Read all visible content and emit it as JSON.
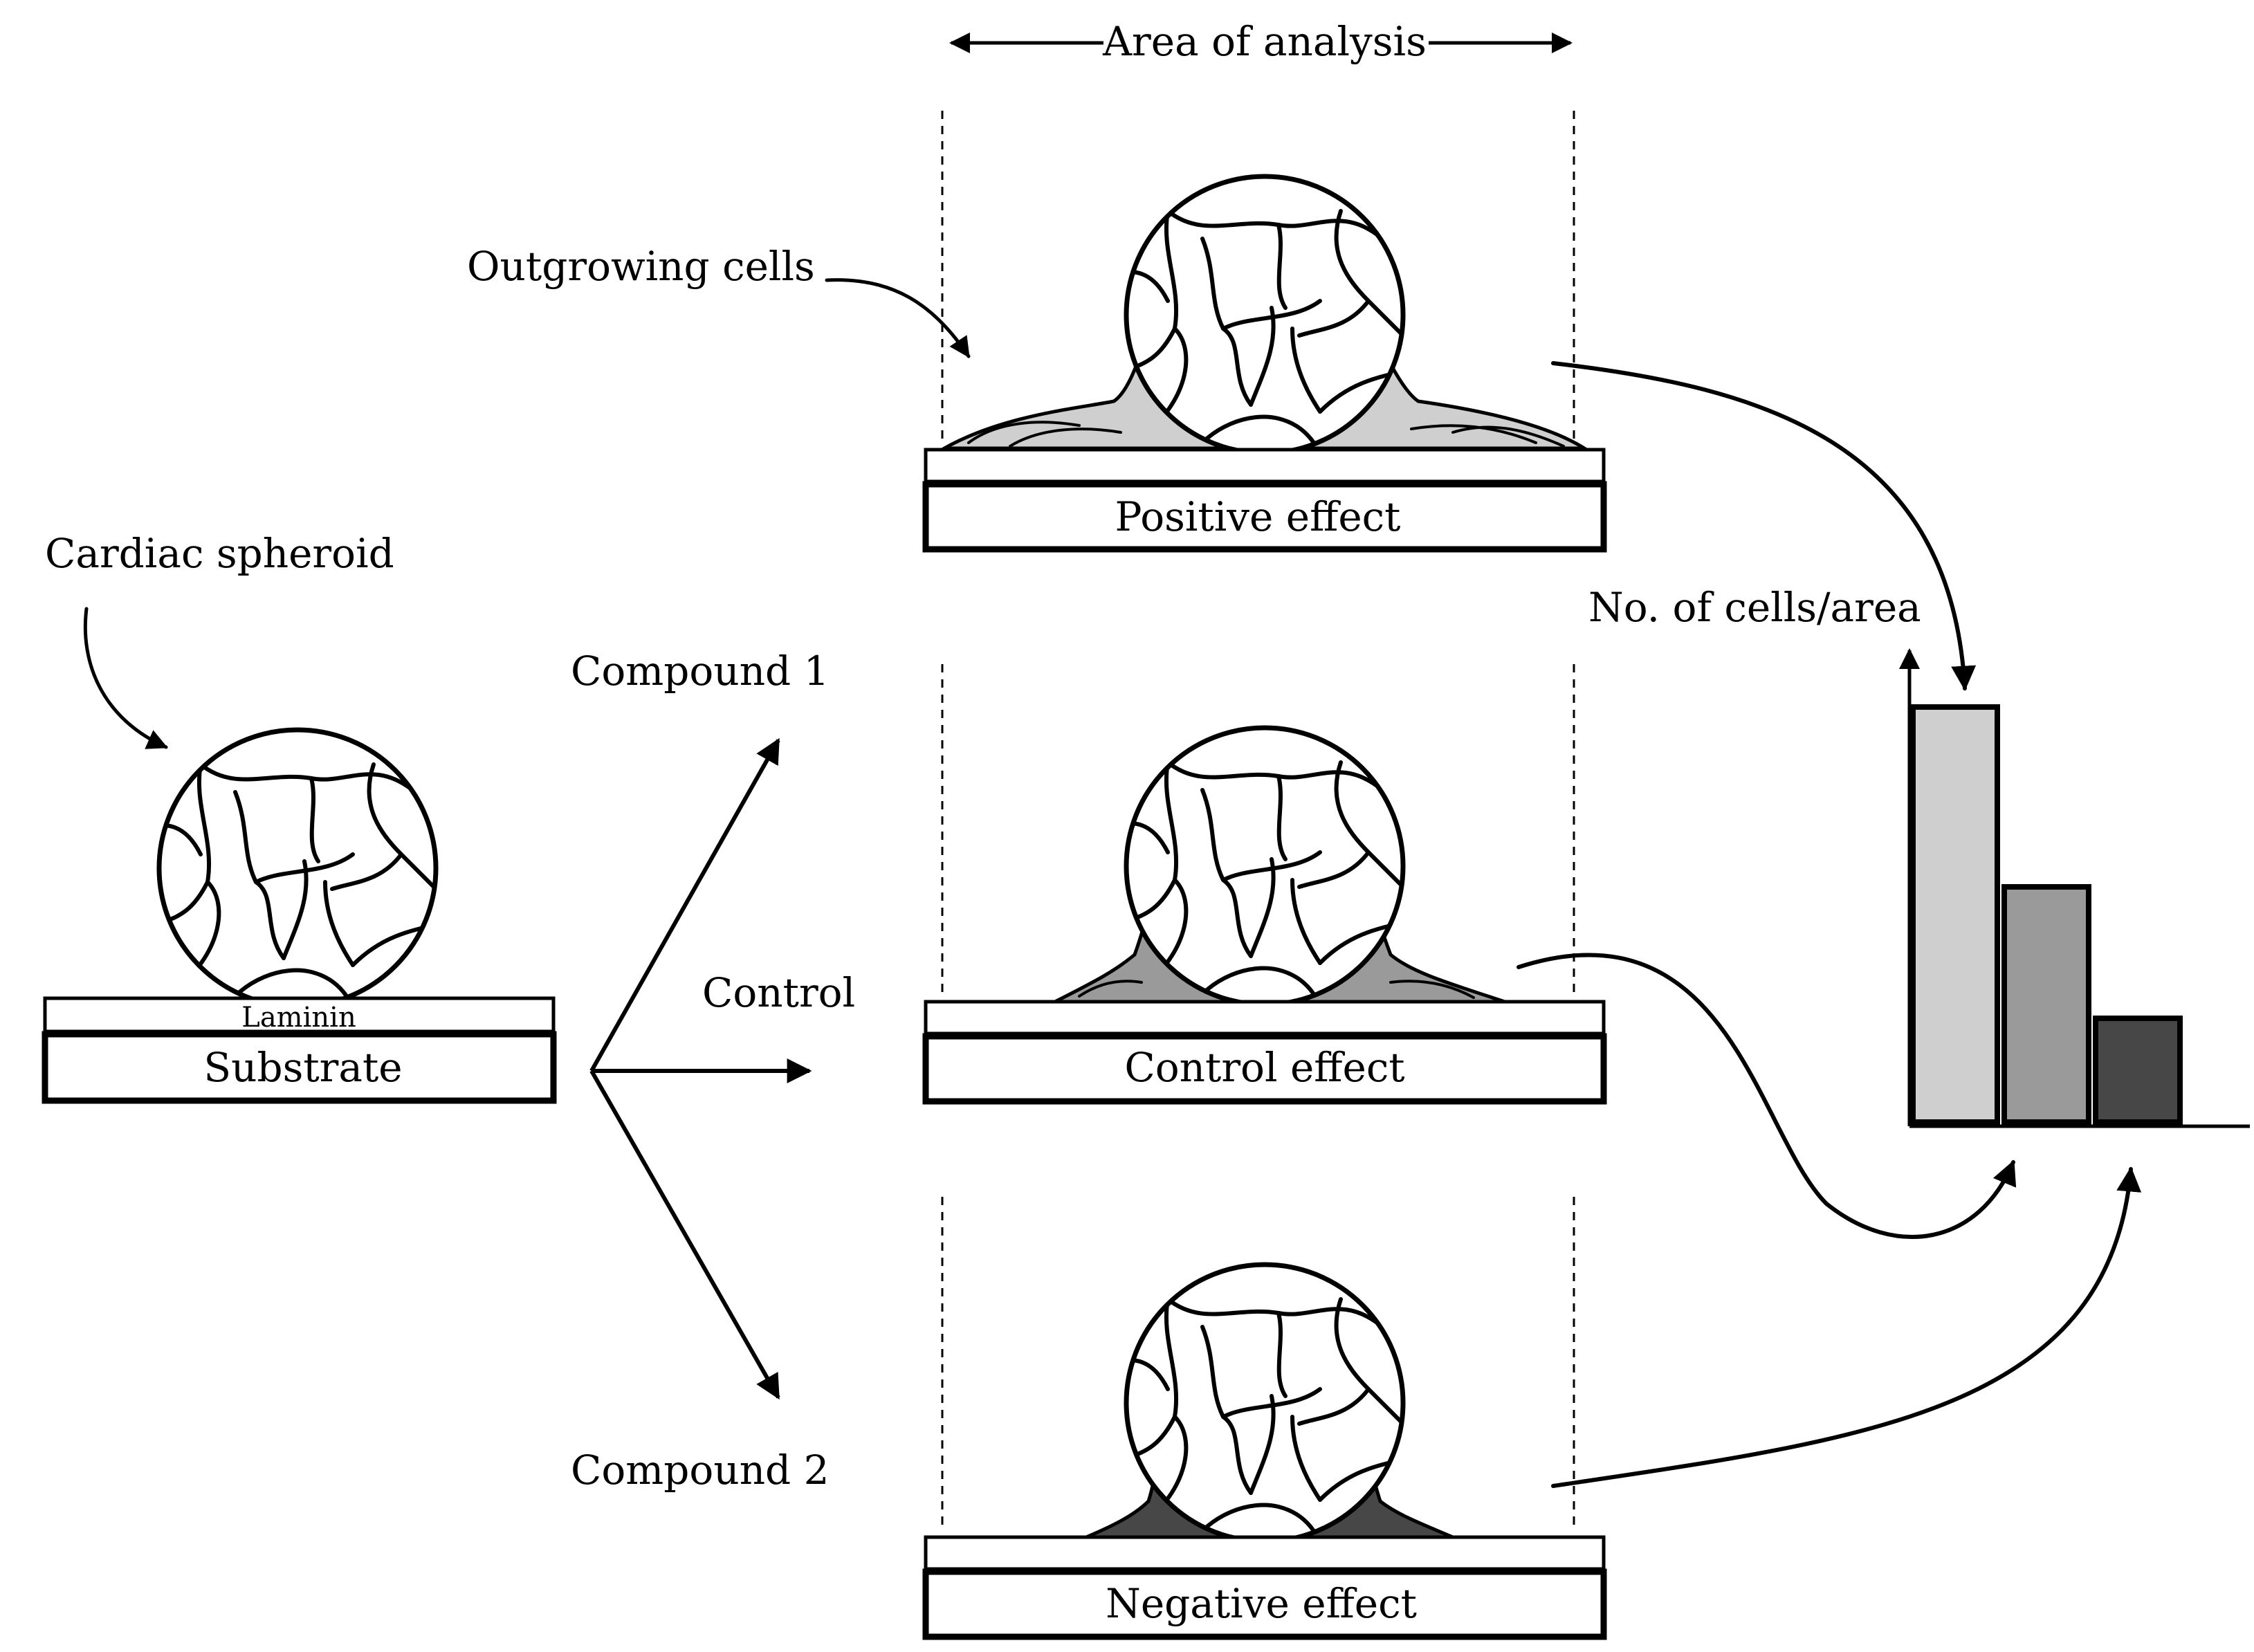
{
  "labels": {
    "area_of_analysis": "Area of analysis",
    "outgrowing_cells": "Outgrowing cells",
    "cardiac_spheroid": "Cardiac spheroid",
    "laminin": "Laminin",
    "substrate": "Substrate",
    "compound_1": "Compound 1",
    "control": "Control",
    "compound_2": "Compound 2",
    "positive_effect": "Positive effect",
    "control_effect": "Control effect",
    "negative_effect": "Negative effect",
    "y_axis": "No. of cells/area"
  },
  "colors": {
    "outline": "#000000",
    "positive_fill": "#cfcfcf",
    "control_fill": "#9a9a9a",
    "negative_fill": "#474747",
    "background": "#ffffff"
  },
  "chart_data": {
    "type": "bar",
    "ylabel": "No. of cells/area",
    "series": [
      {
        "values": [
          3.0,
          1.7,
          0.75
        ]
      }
    ],
    "ylim": [
      0,
      3.3
    ]
  }
}
